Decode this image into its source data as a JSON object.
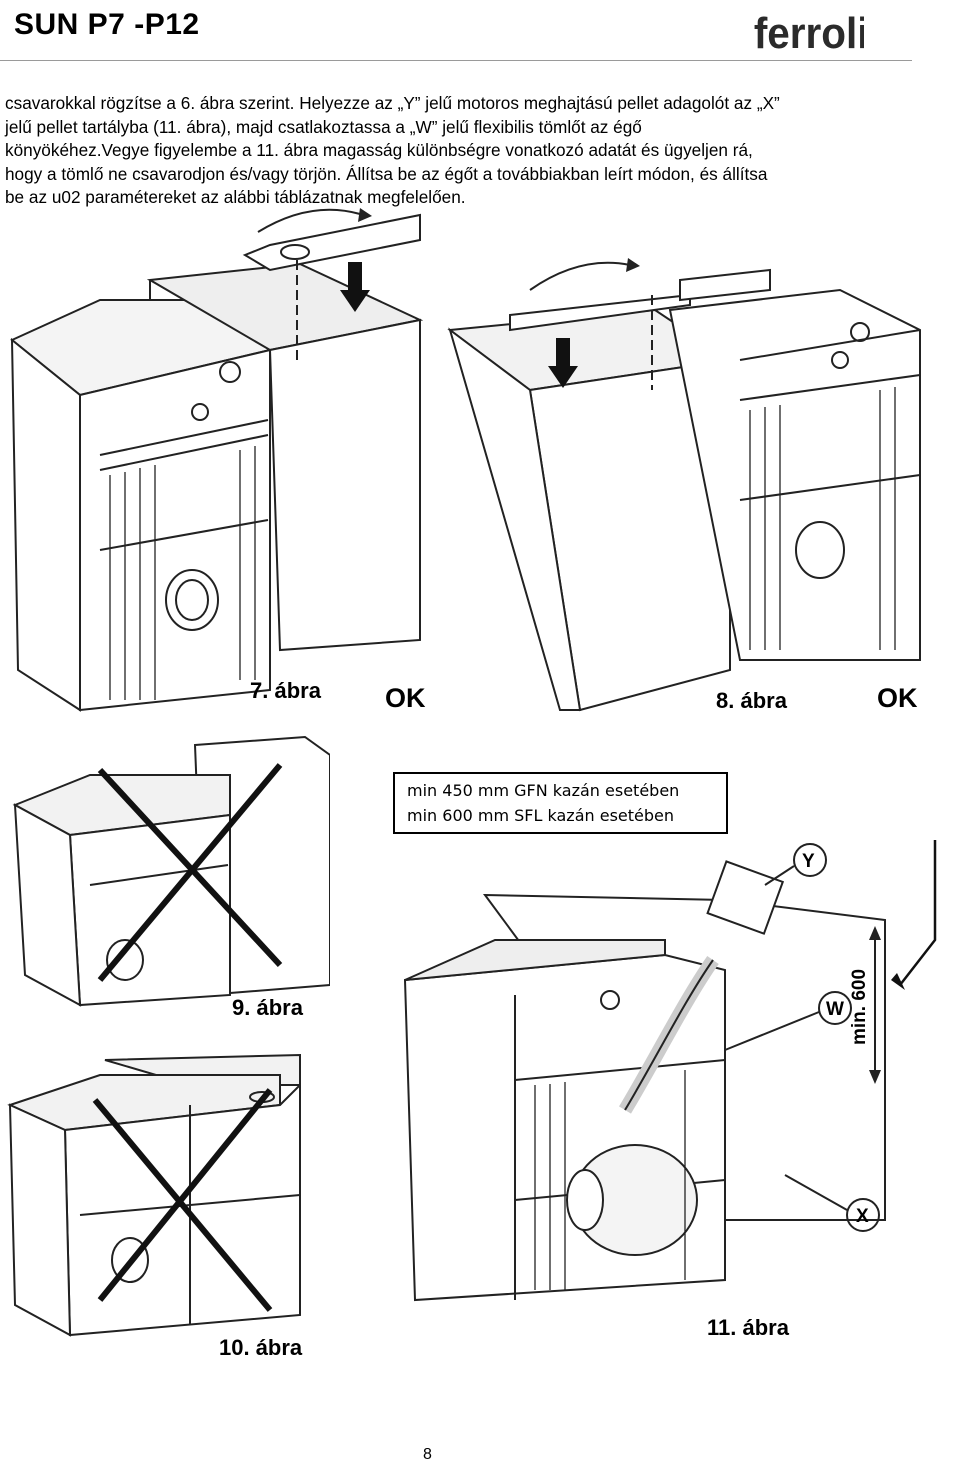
{
  "header": {
    "title": "SUN P7 -P12",
    "logo_text": "ferroli"
  },
  "intro_lines": [
    "csavarokkal rögzítse a 6. ábra szerint. Helyezze az „Y” jelű motoros meghajtású pellet adagolót az „X”",
    "jelű pellet tartályba (11. ábra), majd csatlakoztassa a „W” jelű flexibilis tömlőt az égő",
    "könyökéhez.Vegye figyelembe a 11. ábra magasság különbségre vonatkozó adatát és ügyeljen rá,",
    "hogy a tömlő ne csavarodjon és/vagy törjön. Állítsa be az égőt a továbbiakban leírt módon, és állítsa",
    "be az u02 paramétereket az alábbi táblázatnak megfelelően."
  ],
  "figures": {
    "fig7": {
      "caption": "7. ábra",
      "status": "OK"
    },
    "fig8": {
      "caption": "8. ábra",
      "status": "OK"
    },
    "fig9": {
      "caption": "9. ábra"
    },
    "fig10": {
      "caption": "10. ábra"
    },
    "fig11": {
      "caption": "11. ábra",
      "note_lines": [
        "min 450 mm GFN kazán esetében",
        "min 600 mm SFL kazán esetében"
      ],
      "label_y": "Y",
      "label_w": "W",
      "label_x": "X",
      "dimension": "min. 600"
    }
  },
  "page_number": "8"
}
